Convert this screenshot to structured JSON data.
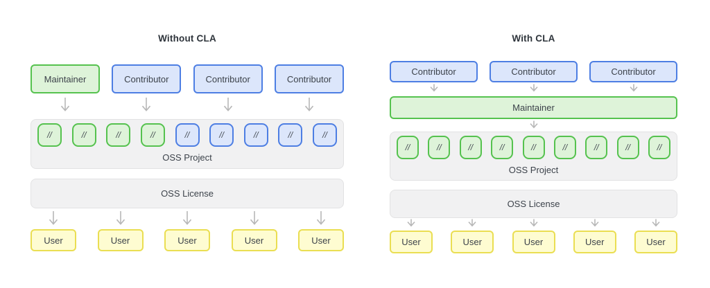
{
  "colors": {
    "green_fill": "#def3d9",
    "green_border": "#55c24e",
    "blue_fill": "#dce6fb",
    "blue_border": "#4d7ee3",
    "yellow_fill": "#fefcd1",
    "yellow_border": "#eade52",
    "gray_fill": "#f1f1f2",
    "gray_border": "#e2e2e3",
    "arrow": "#b7b7b7",
    "text": "#3c424a",
    "title": "#2e343b"
  },
  "icons": {
    "arrow": "down-arrow-icon"
  },
  "panels": [
    {
      "id": "without-cla",
      "title": "Without CLA",
      "top_row": [
        {
          "label": "Maintainer",
          "color": "green"
        },
        {
          "label": "Contributor",
          "color": "blue"
        },
        {
          "label": "Contributor",
          "color": "blue"
        },
        {
          "label": "Contributor",
          "color": "blue"
        }
      ],
      "maintainer_bar": null,
      "code_glyph": "//",
      "code_boxes": [
        "green",
        "green",
        "green",
        "green",
        "blue",
        "blue",
        "blue",
        "blue",
        "blue"
      ],
      "project_label": "OSS Project",
      "license_label": "OSS License",
      "users": [
        "User",
        "User",
        "User",
        "User",
        "User"
      ]
    },
    {
      "id": "with-cla",
      "title": "With CLA",
      "top_row": [
        {
          "label": "Contributor",
          "color": "blue"
        },
        {
          "label": "Contributor",
          "color": "blue"
        },
        {
          "label": "Contributor",
          "color": "blue"
        }
      ],
      "maintainer_bar": {
        "label": "Maintainer",
        "color": "green"
      },
      "code_glyph": "//",
      "code_boxes": [
        "green",
        "green",
        "green",
        "green",
        "green",
        "green",
        "green",
        "green",
        "green"
      ],
      "project_label": "OSS Project",
      "license_label": "OSS License",
      "users": [
        "User",
        "User",
        "User",
        "User",
        "User"
      ]
    }
  ]
}
